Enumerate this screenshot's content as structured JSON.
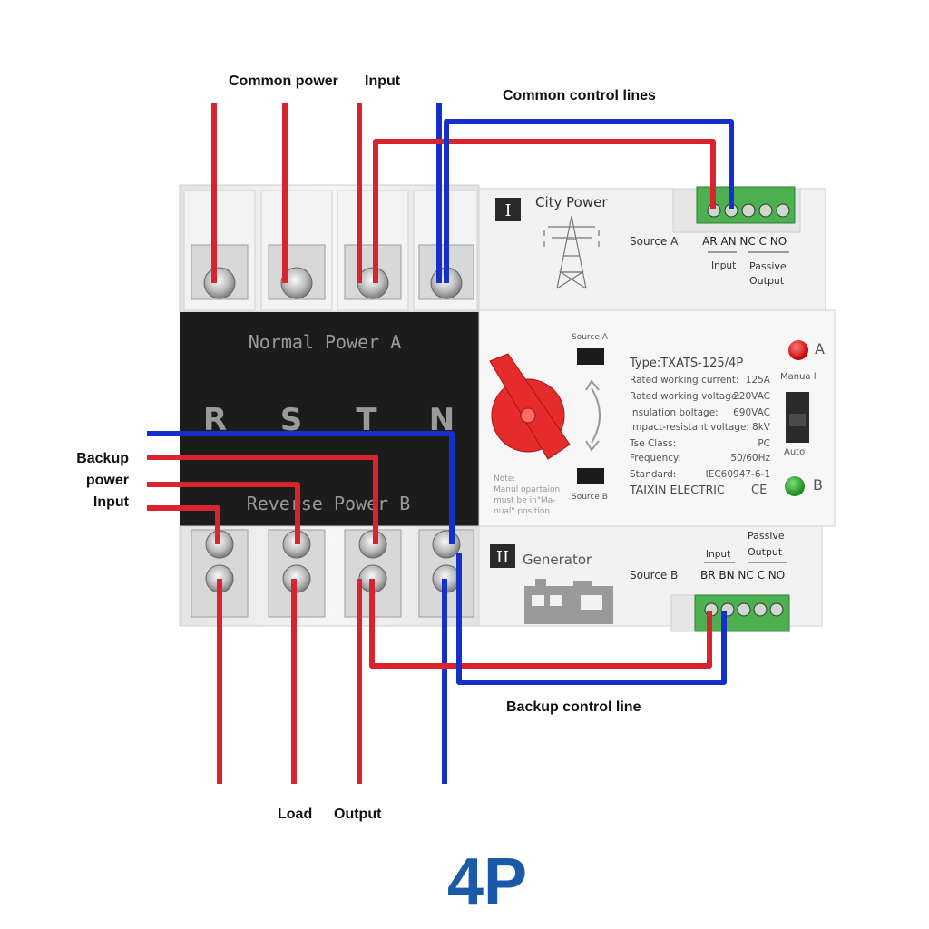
{
  "labels": {
    "common_power_input_a": "Common power",
    "common_power_input_b": "Input",
    "common_control_lines": "Common control lines",
    "backup_1": "Backup",
    "backup_2": "power",
    "backup_3": "Input",
    "backup_control_line": "Backup control line",
    "load": "Load",
    "output": "Output",
    "poles": "4P"
  },
  "device": {
    "top_panel": {
      "roman": "I",
      "title": "City  Power",
      "source": "Source A",
      "terminals": "AR AN NC C NO",
      "input": "Input",
      "passive_1": "Passive",
      "passive_2": "Output"
    },
    "bottom_panel": {
      "roman": "II",
      "title": "Generator",
      "source": "Source B",
      "terminals": "BR BN NC C NO",
      "input": "Input",
      "passive_1": "Passive",
      "passive_2": "Output"
    },
    "breaker": {
      "normal": "Normal  Power  A",
      "reverse": "Reverse  Power  B",
      "phases": [
        "R",
        "S",
        "T",
        "N"
      ]
    },
    "front": {
      "source_a": "Source A",
      "source_b": "Source B",
      "note": [
        "Note:",
        "Manul opartaion",
        "must be in\"Ma-",
        "nual\" position"
      ],
      "type": "Type:TXATS-125/4P",
      "specs": [
        {
          "k": "Rated working current:",
          "v": "125A"
        },
        {
          "k": "Rated working voltage:",
          "v": "220VAC"
        },
        {
          "k": "insulation boltage:",
          "v": "690VAC"
        },
        {
          "k": "Impact-resistant voltage:",
          "v": "8kV"
        },
        {
          "k": "Tse  Class:",
          "v": "PC"
        },
        {
          "k": "Frequency:",
          "v": "50/60Hz"
        },
        {
          "k": "Standard:",
          "v": "IEC60947-6-1"
        }
      ],
      "brand": "TAIXIN ELECTRIC",
      "ce": "CE",
      "ind_a": "A",
      "ind_b": "B",
      "manual": "Manua l",
      "auto": "Auto"
    }
  },
  "colors": {
    "red_wire": "#d9232e",
    "blue_wire": "#1430c8",
    "accent": "#1a5aa8",
    "terminal_green": "#4caf50",
    "breaker_black": "#1c1c1c"
  }
}
